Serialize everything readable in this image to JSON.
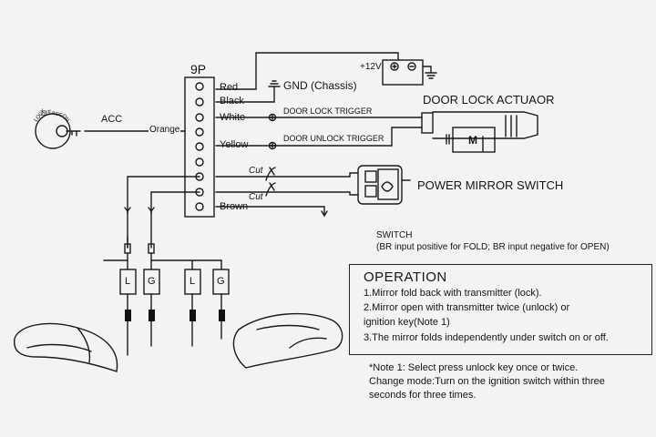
{
  "connector": {
    "title": "9P",
    "pins": [
      "Red",
      "Black",
      "White",
      "Yellow",
      "Brown"
    ]
  },
  "wires": {
    "acc": "ACC",
    "orange": "Orange",
    "gnd": "GND (Chassis)",
    "battery": "+12V",
    "lock_trigger": "DOOR LOCK TRIGGER",
    "unlock_trigger": "DOOR UNLOCK TRIGGER",
    "cut": "Cut"
  },
  "ignition_key_positions": [
    "LOCK",
    "OFF",
    "ACC",
    "ON"
  ],
  "components": {
    "door_lock_actuator": "DOOR LOCK ACTUAOR",
    "motor": "M",
    "power_mirror_switch": "POWER MIRROR SWITCH"
  },
  "mirror_connectors": [
    "L",
    "G",
    "L",
    "G"
  ],
  "switch_note": {
    "title": "SWITCH",
    "line": "(BR input positive for FOLD; BR input negative for OPEN)"
  },
  "operation": {
    "title": "OPERATION",
    "lines": [
      "1.Mirror fold back with transmitter (lock).",
      "2.Mirror open with transmitter twice (unlock) or",
      "ignition key(Note 1)",
      "3.The mirror folds independently under switch on or off."
    ]
  },
  "note": {
    "lines": [
      "*Note 1: Select press unlock key once or twice.",
      "Change mode:Turn on the ignition switch within three",
      "seconds for three times."
    ]
  },
  "colors": {
    "line": "#1a1a1a",
    "paper": "#f3f3f1"
  }
}
